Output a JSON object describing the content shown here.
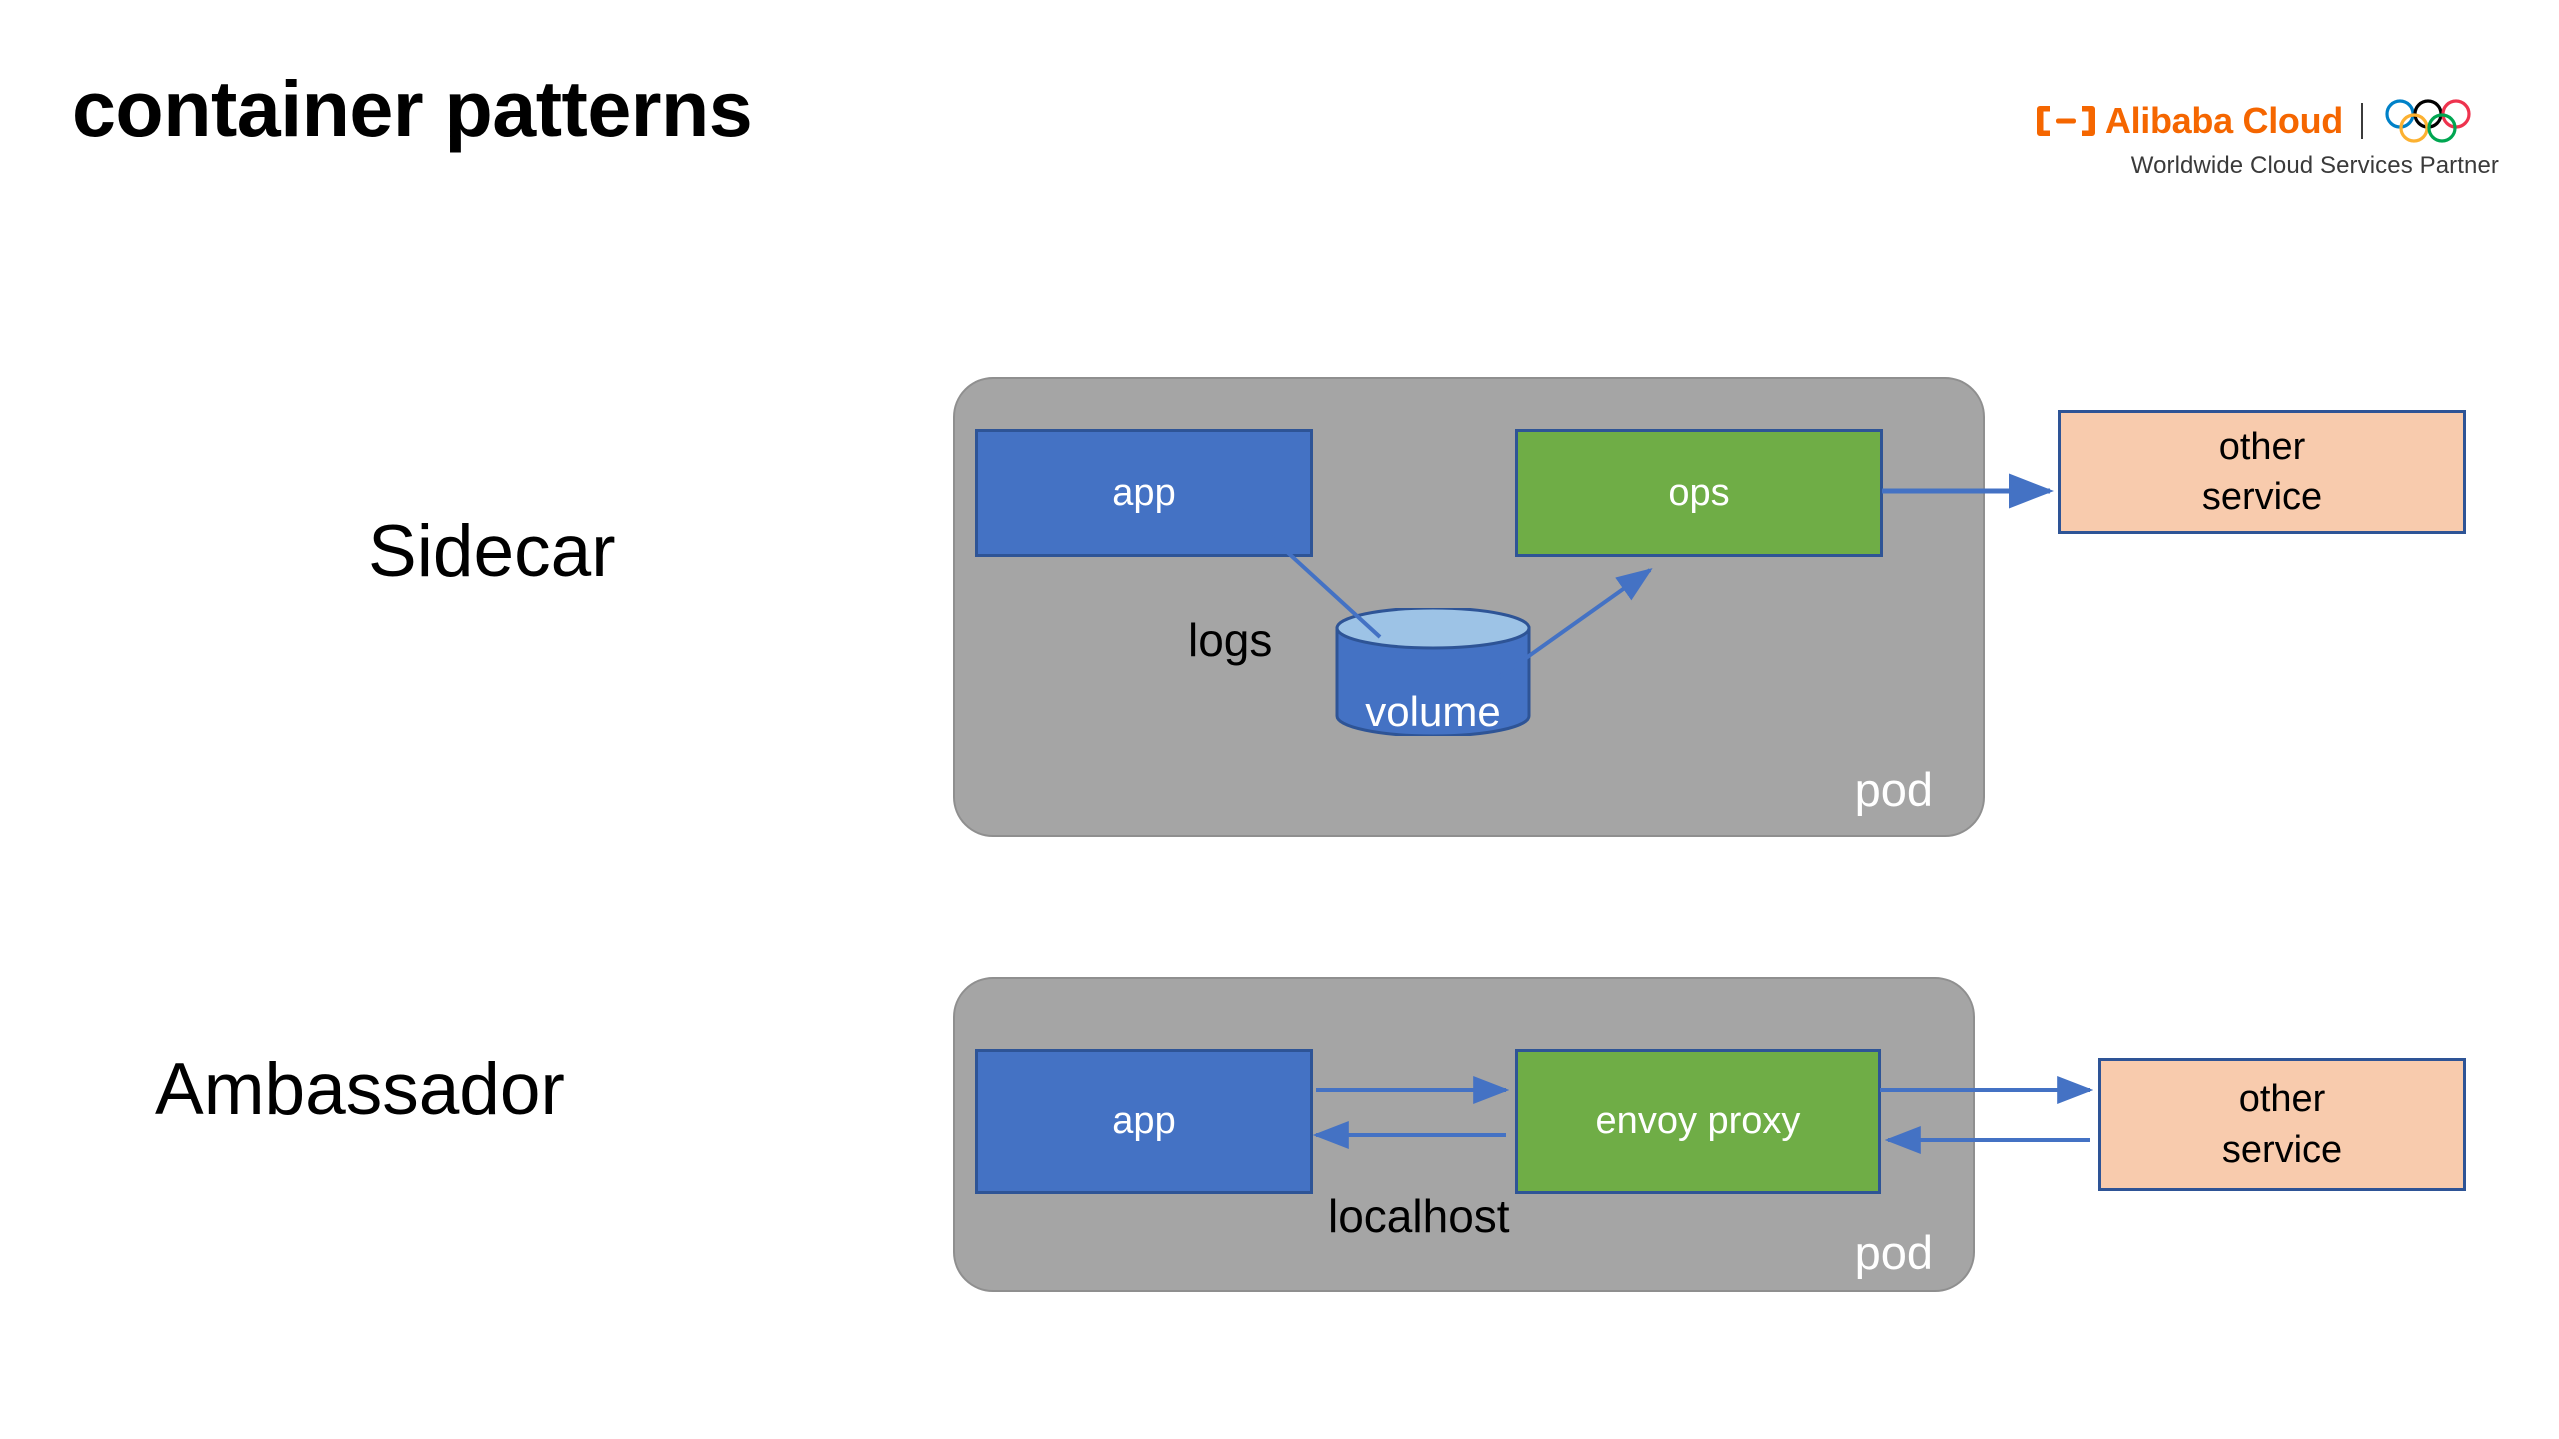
{
  "slide": {
    "title": "container patterns",
    "background_color": "#FFFFFF"
  },
  "brand": {
    "name": "Alibaba Cloud",
    "tagline": "Worldwide Cloud Services Partner",
    "brand_color": "#F56600",
    "rings_colors": [
      "#0081C8",
      "#FCB131",
      "#000000",
      "#00A651",
      "#EE334E"
    ]
  },
  "palette": {
    "pod_gray": "#A5A5A5",
    "box_blue": "#4472C4",
    "box_green": "#6FAD46",
    "box_peach": "#F8CBAD",
    "border_blue": "#2E5496",
    "arrow_blue": "#4472C4",
    "cylinder_top": "#9DC3E6",
    "cylinder_body": "#4472C4"
  },
  "patterns": [
    {
      "id": "sidecar",
      "label": "Sidecar",
      "pod_label": "pod",
      "containers": [
        {
          "id": "app",
          "label": "app",
          "color": "blue"
        },
        {
          "id": "ops",
          "label": "ops",
          "color": "green"
        }
      ],
      "storage": {
        "id": "volume",
        "label": "volume",
        "shape": "cylinder"
      },
      "external": {
        "id": "other-service",
        "line1": "other",
        "line2": "service"
      },
      "edge_labels": [
        {
          "id": "logs",
          "label": "logs"
        }
      ],
      "connections": [
        {
          "from": "app",
          "to": "volume",
          "label": "logs",
          "arrow": "none"
        },
        {
          "from": "volume",
          "to": "ops",
          "label": "",
          "arrow": "end"
        },
        {
          "from": "ops",
          "to": "other-service",
          "label": "",
          "arrow": "end"
        }
      ]
    },
    {
      "id": "ambassador",
      "label": "Ambassador",
      "pod_label": "pod",
      "containers": [
        {
          "id": "app",
          "label": "app",
          "color": "blue"
        },
        {
          "id": "envoy-proxy",
          "label": "envoy proxy",
          "color": "green"
        }
      ],
      "external": {
        "id": "other-service",
        "line1": "other",
        "line2": "service"
      },
      "edge_labels": [
        {
          "id": "localhost",
          "label": "localhost"
        }
      ],
      "connections": [
        {
          "from": "app",
          "to": "envoy-proxy",
          "label": "localhost",
          "arrow": "end"
        },
        {
          "from": "envoy-proxy",
          "to": "app",
          "label": "localhost",
          "arrow": "end"
        },
        {
          "from": "envoy-proxy",
          "to": "other-service",
          "label": "",
          "arrow": "end"
        },
        {
          "from": "other-service",
          "to": "envoy-proxy",
          "label": "",
          "arrow": "end"
        }
      ]
    }
  ]
}
